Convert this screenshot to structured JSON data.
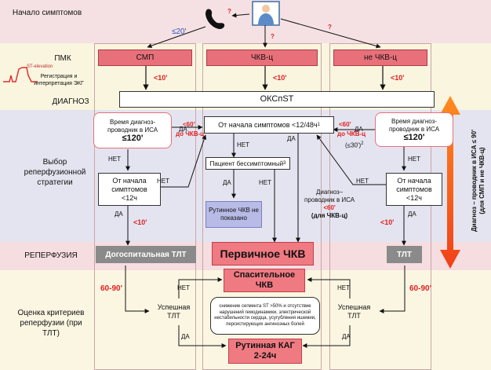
{
  "rows": {
    "onset": "Начало симптомов",
    "fmc": "ПМК",
    "diagnosis": "ДИАГНОЗ",
    "strategy": "Выбор реперфузионной стратегии",
    "reperfusion": "РЕПЕРФУЗИЯ",
    "evaluation": "Оценка критериев реперфузии (при ТЛТ)"
  },
  "ecg": {
    "st_label": "ST-elevation",
    "caption": "Регистрация и интерпретация ЭКГ"
  },
  "header": {
    "emergency": "СМП",
    "pci_center": "ЧКВ-ц",
    "non_pci_center": "не ЧКВ-ц"
  },
  "diagnosis_box": "ОКСпST",
  "times": {
    "call": "≤20'",
    "ecg": "<10'",
    "lt60": "<60'",
    "to_pci": "до ЧКВ-ц",
    "le30": "(≤30')",
    "le30_sup": "2",
    "lt12_sup": "1",
    "q": "?",
    "period": "60-90'",
    "side_big": "≤120'"
  },
  "left_box": {
    "line1": "Время диагноз-",
    "line2": "проводник в ИСА"
  },
  "center_main": "От начала симптомов <12/48ч",
  "asymptomatic": "Пациент бессимптомный",
  "asym_sup": "3",
  "routine_not": "Рутинное ЧКВ не показано",
  "onset12": {
    "line1": "От начала",
    "line2": "симптомов",
    "line3": "<12ч"
  },
  "center_diag": {
    "line1": "Диагноз–",
    "line2": "проводник в ИСА",
    "line3": "(для ЧКВ-ц)"
  },
  "yes": "ДА",
  "no": "НЕТ",
  "prehospital": "Догоспитальная ТЛТ",
  "primary_pci": "Первичное ЧКВ",
  "tlt": "ТЛТ",
  "rescue": "Спасительное ЧКВ",
  "criteria": "снижение сегмента ST >50% и отсутствие нарушений гемодинамики, электрической нестабильности сердца, усугубления ишемии, персистирующих ангинозных болей",
  "successful": "Успешная ТЛТ",
  "routine_kag": {
    "line1": "Рутинная КАГ",
    "line2": "2-24ч"
  },
  "side": {
    "line1": "Диагноз – проводник в ИСА ≤ 90'",
    "line2": "(для СМП и не ЧКВ-ц)"
  }
}
